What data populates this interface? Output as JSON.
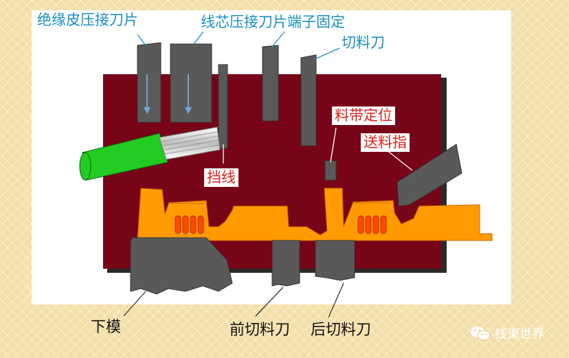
{
  "labels": {
    "insulation_blade": "绝缘皮压接刀片",
    "core_blade_fixed": "线芯压接刀片端子固定",
    "cutter": "切料刀",
    "strip_locator": "料带定位",
    "feed_finger": "送料指",
    "wire_stop": "挡线",
    "lower_die": "下模",
    "front_cutter": "前切料刀",
    "rear_cutter": "后切料刀"
  },
  "watermark": {
    "text": "线束世界",
    "icon": "wechat-icon"
  },
  "colors": {
    "panel": "#780418",
    "tool": "#595959",
    "terminal": "#ff9a00",
    "crimp_slot": "#ff4a00",
    "wire_insulation": "#22cc22",
    "label_blue": "#1b8fc0",
    "label_red": "#e0201a"
  }
}
